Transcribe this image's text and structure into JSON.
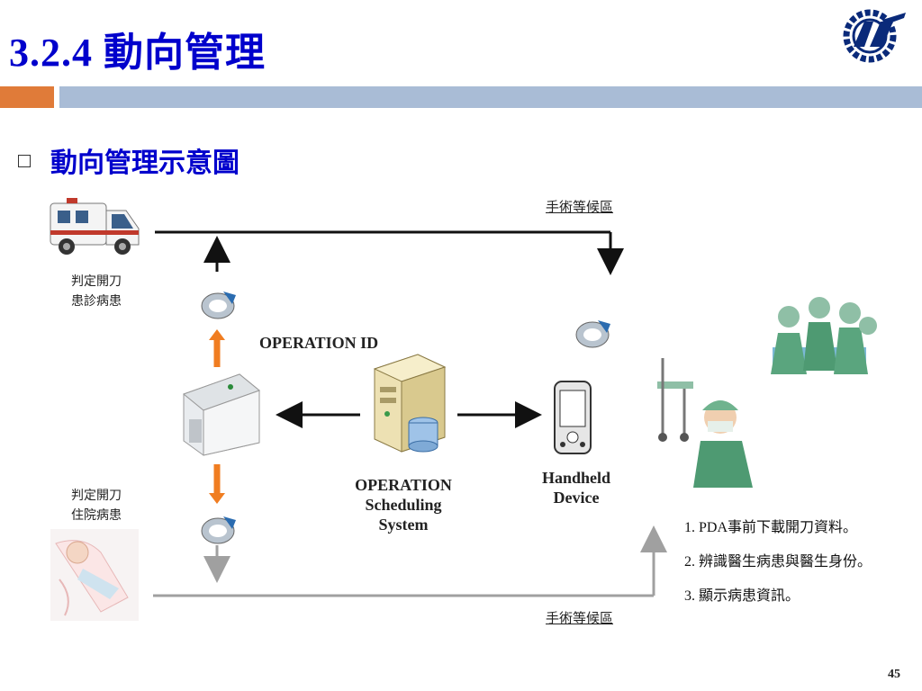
{
  "slide": {
    "title": "3.2.4 動向管理",
    "subtitle": "動向管理示意圖",
    "page_number": "45"
  },
  "diagram": {
    "wait_area_top": "手術等候區",
    "wait_area_bottom": "手術等候區",
    "top_patient": [
      "判定開刀",
      "患診病患"
    ],
    "bottom_patient": [
      "判定開刀",
      "住院病患"
    ],
    "operation_id_label": "OPERATION ID",
    "system_label": [
      "OPERATION",
      "Scheduling",
      "System"
    ],
    "device_label": [
      "Handheld",
      "Device"
    ],
    "notes": [
      "1. PDA事前下載開刀資料。",
      "2. 辨識醫生病患與醫生身份。",
      "3. 顯示病患資訊。"
    ]
  },
  "colors": {
    "title": "#0000cc",
    "accent_orange": "#e07b39",
    "accent_blue_bar": "#a9bcd6",
    "arrow_orange": "#f07d21",
    "line_black": "#111111",
    "line_gray": "#a0a0a0"
  }
}
